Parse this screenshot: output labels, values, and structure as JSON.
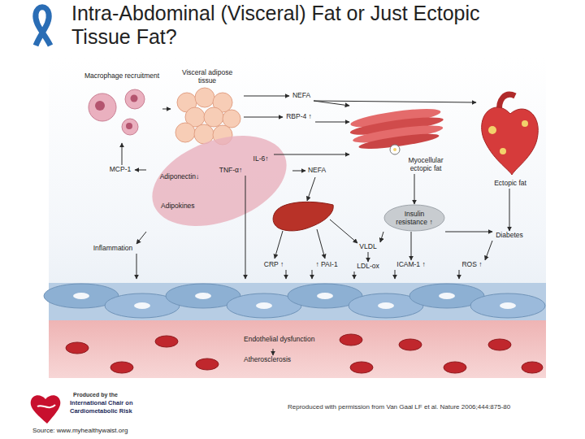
{
  "diagram": {
    "title": "Intra-Abdominal (Visceral) Fat or Just Ectopic Tissue Fat?",
    "nodes": [
      {
        "text": [
          "Macrophage recruitment"
        ]
      },
      {
        "text": [
          "Visceral adipose tissue"
        ]
      },
      {
        "text": [
          "NEFA"
        ]
      },
      {
        "text": [
          "RBP-4 ↑"
        ]
      },
      {
        "text": [
          "Adipokines"
        ]
      },
      {
        "text": [
          "IL-6↑"
        ],
        "in": 4
      },
      {
        "text": [
          "Adiponectin↓"
        ],
        "in": 4
      },
      {
        "text": [
          "TNF-α↑"
        ],
        "in": 4
      },
      {
        "text": [
          "MCP-1"
        ]
      },
      {
        "text": [
          "NEFA"
        ]
      },
      {
        "text": [
          "Myocellular ectopic fat"
        ]
      },
      {
        "text": [
          "Ectopic fat"
        ]
      },
      {
        "text": [
          "Insulin resistance ↑"
        ]
      },
      {
        "text": [
          "Inflammation"
        ]
      },
      {
        "text": [
          "Diabetes"
        ]
      },
      {
        "text": [
          "CRP ↑"
        ]
      },
      {
        "text": [
          "↑ PAI-1"
        ]
      },
      {
        "text": [
          "VLDL"
        ]
      },
      {
        "text": [
          "LDL-ox"
        ]
      },
      {
        "text": [
          "ICAM-1 ↑"
        ]
      },
      {
        "text": [
          "ROS ↑"
        ]
      },
      {
        "text": [
          "Endothelial dysfunction"
        ]
      },
      {
        "text": [
          "Atherosclerosis"
        ]
      }
    ],
    "edges": [
      {
        "from": 8,
        "to": 0,
        "arrow": "to"
      },
      {
        "from": 0,
        "to": 1,
        "arrow": "to"
      },
      {
        "from": 1,
        "to": 2,
        "arrow": "to"
      },
      {
        "from": 1,
        "to": 3,
        "arrow": "to"
      },
      {
        "from": 2,
        "to": 10,
        "arrow": "to"
      },
      {
        "from": 2,
        "to": 11,
        "arrow": "to"
      },
      {
        "from": 3,
        "to": 10,
        "arrow": "to"
      },
      {
        "from": 5,
        "to": 10,
        "arrow": "to"
      },
      {
        "from": 4,
        "to": 9,
        "arrow": "to"
      },
      {
        "from": 4,
        "to": 8,
        "arrow": "to"
      },
      {
        "from": 4,
        "to": 13,
        "arrow": "to"
      },
      {
        "from": 10,
        "to": 12,
        "arrow": "to"
      },
      {
        "from": 12,
        "to": 14,
        "arrow": "to"
      },
      {
        "from": 11,
        "to": 14,
        "arrow": "to"
      },
      {
        "from": 12,
        "to": 17,
        "arrow": "to"
      },
      {
        "from": 17,
        "to": 18,
        "arrow": "to"
      },
      {
        "from": 12,
        "to": 19,
        "arrow": "to"
      },
      {
        "from": 14,
        "to": 20,
        "arrow": "to"
      },
      {
        "from": 13,
        "to": 21,
        "arrow": "to"
      },
      {
        "from": 7,
        "to": 21,
        "arrow": "to"
      },
      {
        "from": 15,
        "to": 21,
        "arrow": "to"
      },
      {
        "from": 16,
        "to": 21,
        "arrow": "to"
      },
      {
        "from": 18,
        "to": 21,
        "arrow": "to"
      },
      {
        "from": 19,
        "to": 21,
        "arrow": "to"
      },
      {
        "from": 20,
        "to": 21,
        "arrow": "to"
      },
      {
        "from": 21,
        "to": 22,
        "arrow": "to"
      }
    ],
    "labels": [
      "Produced by the",
      "International Chair on Cardiometabolic Risk",
      "Reproduced with permission from Van Gaal LF et al. Nature 2006;444:875-80",
      "Source: www.myhealthywaist.org"
    ]
  }
}
